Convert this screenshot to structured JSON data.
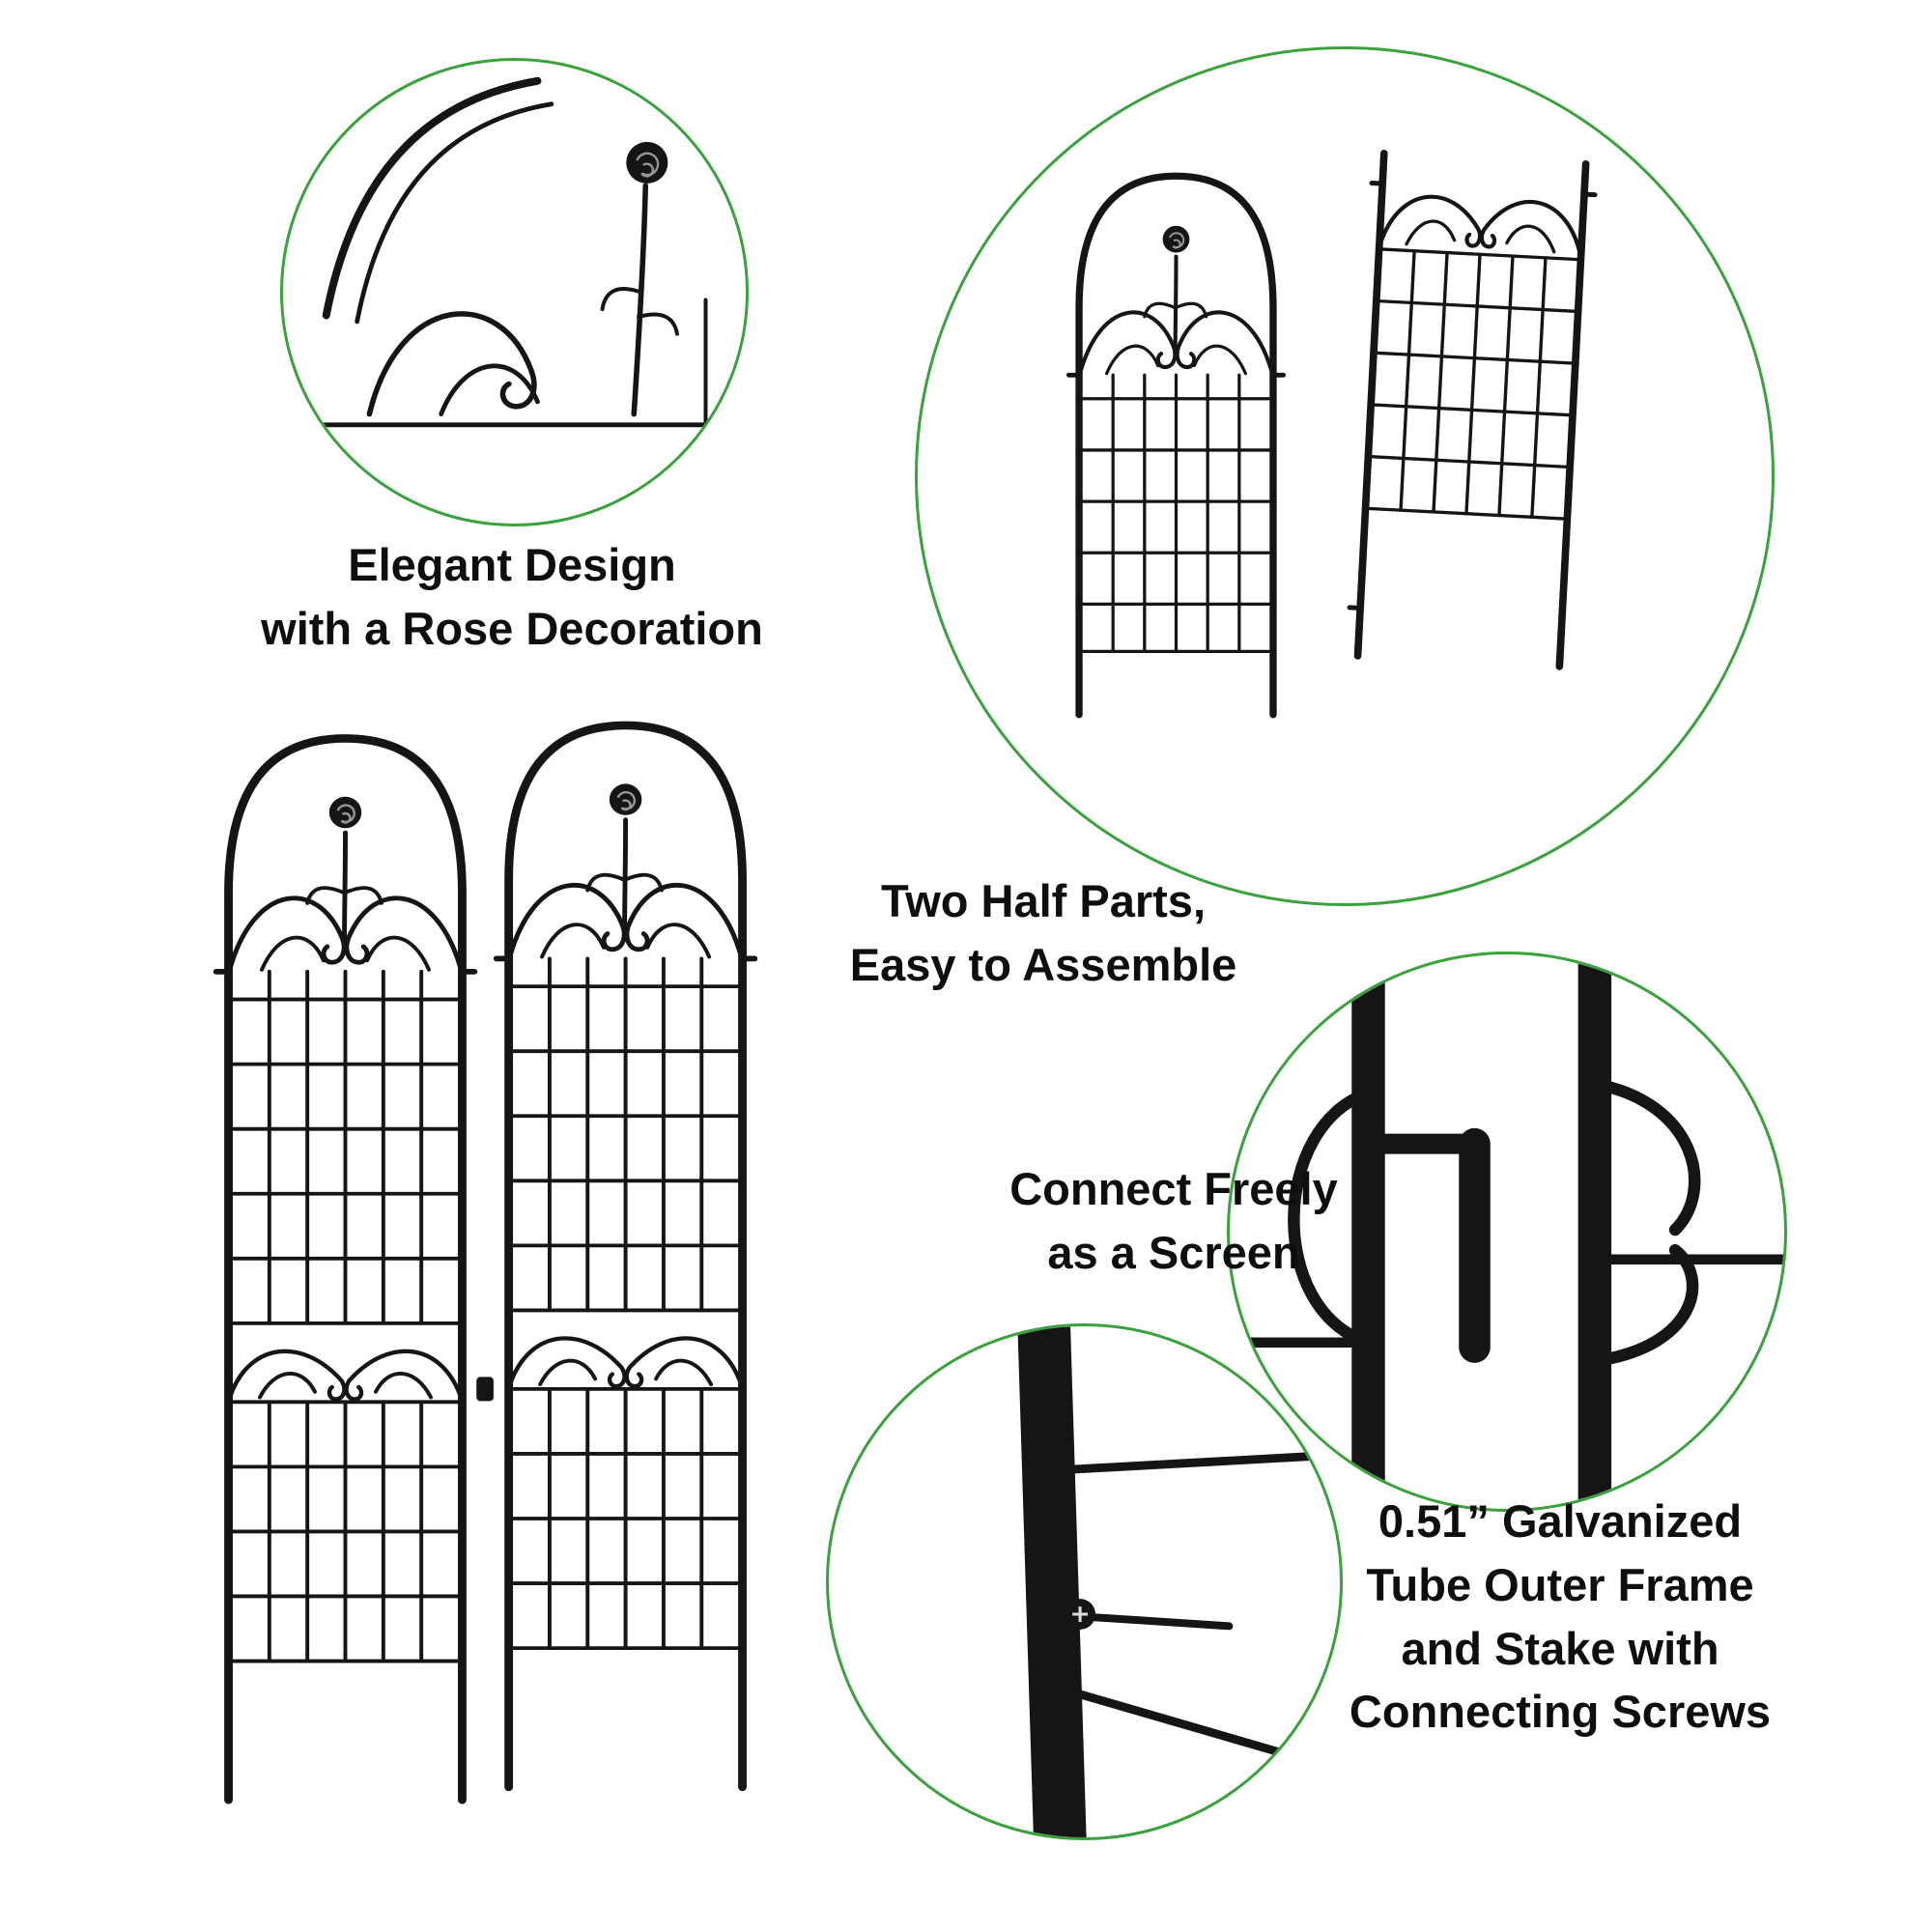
{
  "colors": {
    "background": "#ffffff",
    "callout_ring": "#3aa23c",
    "metal": "#151515",
    "text": "#0e0e0e"
  },
  "figures": {
    "rose_detail": "rose-decoration-close-up",
    "two_halves": "two-half-parts-view",
    "main_trellis": "double-trellis-screen",
    "connect_detail": "panel-connection-close-up",
    "tube_detail": "tube-and-screw-close-up"
  },
  "callouts": {
    "rose": {
      "lines": [
        "Elegant Design",
        "with a Rose Decoration"
      ]
    },
    "halves": {
      "lines": [
        "Two Half Parts,",
        "Easy to Assemble"
      ]
    },
    "connect": {
      "lines": [
        "Connect Freely",
        "as a Screen"
      ]
    },
    "tube": {
      "lines": [
        "0.51” Galvanized",
        "Tube Outer Frame",
        "and Stake with",
        "Connecting Screws"
      ]
    }
  }
}
